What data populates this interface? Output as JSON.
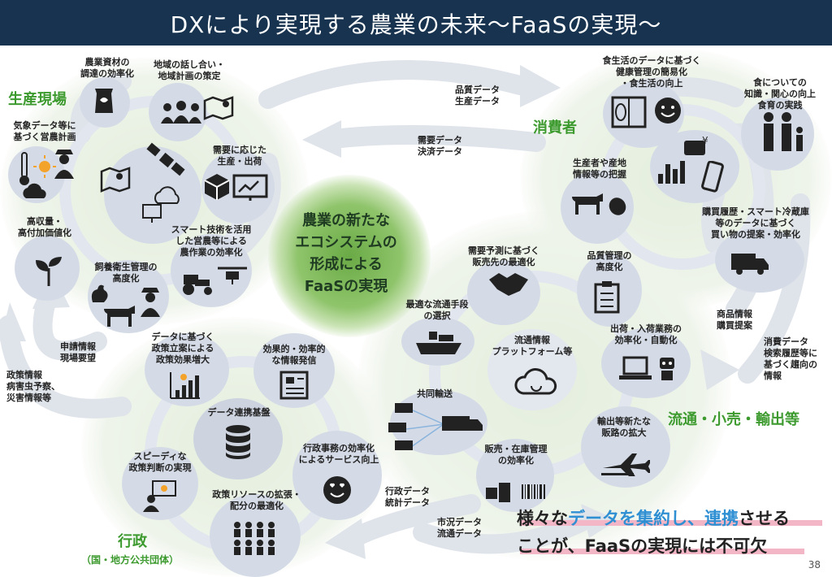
{
  "title": "DXにより実現する農業の未来～FaaSの実現～",
  "core": "農業の新たな\nエコシステムの\n形成による\nFaaSの実現",
  "sections": {
    "production": "生産現場",
    "consumer": "消費者",
    "distribution": "流通・小売・輸出等",
    "admin": "行政",
    "admin_sub": "（国・地方公共団体）"
  },
  "production_items": {
    "materials": "農業資材の\n調達の効率化",
    "regional": "地域の話し合い・\n地域計画の策定",
    "weather": "気象データ等に\n基づく営農計画",
    "demand": "需要に応じた\n生産・出荷",
    "high_value": "高収量・\n高付加価値化",
    "smart_tech": "スマート技術を活用\nした営農等による\n農作業の効率化",
    "livestock": "飼養衛生管理の\n高度化"
  },
  "consumer_items": {
    "diet_health": "食生活のデータに基づく\n健康管理の簡易化\n・食生活の向上",
    "food_knowledge": "食についての\n知識・関心の向上\n食育の実践",
    "producer_info": "生産者や産地\n情報等の把握",
    "purchase": "購買履歴・スマート冷蔵庫\n等のデータに基づく\n買い物の提案・効率化"
  },
  "distribution_items": {
    "sales_opt": "需要予測に基づく\n販売先の最適化",
    "quality": "品質管理の\n高度化",
    "logistics": "最適な流通手段\nの選択",
    "platform": "流通情報\nプラットフォーム等",
    "shipping": "出荷・入荷業務の\n効率化・自動化",
    "joint": "共同輸送",
    "export": "輸出等新たな\n販路の拡大",
    "inventory": "販売・在庫管理\nの効率化"
  },
  "admin_items": {
    "policy_data": "データに基づく\n政策立案による\n政策効果増大",
    "info_send": "効果的・効率的\nな情報発信",
    "data_base": "データ連携基盤",
    "speedy": "スピーディな\n政策判断の実現",
    "admin_eff": "行政事務の効率化\nによるサービス向上",
    "resources": "政策リソースの拡張・\n配分の最適化"
  },
  "flows": {
    "quality_prod": "品質データ\n生産データ",
    "demand_pay": "需要データ\n決済データ",
    "product_info": "商品情報\n購買提案",
    "consumer_data": "消費データ\n検索履歴等に\n基づく趨向の\n情報",
    "request": "申請情報\n現場要望",
    "policy_info": "政策情報\n病害虫予察、\n災害情報等",
    "admin_stats": "行政データ\n統計データ",
    "market": "市況データ\n流通データ"
  },
  "message": {
    "l1_a": "様々な",
    "l1_b": "データを集約し、連携",
    "l1_c": "させる",
    "l2": "ことが、FaaSの実現には不可欠"
  },
  "colors": {
    "title_bg": "#17334f",
    "section_green": "#3c9a2e",
    "node_fill": "#d5dbe6",
    "accent_blue": "#2f8fd3",
    "highlight_pink": "#f2b6c6"
  },
  "page_number": "38"
}
